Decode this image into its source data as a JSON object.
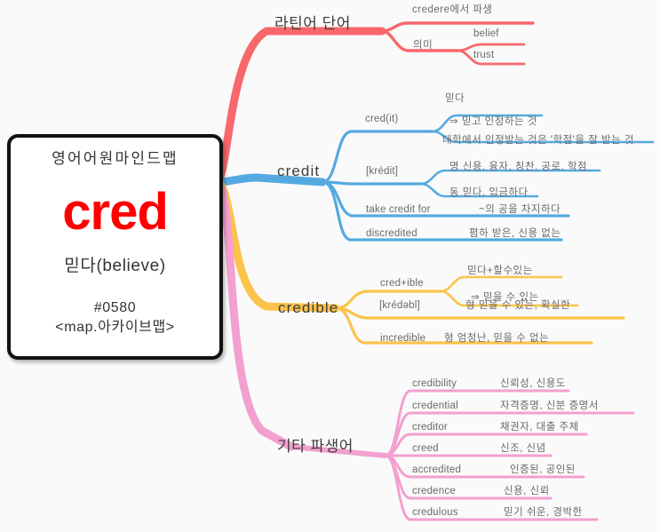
{
  "document": {
    "type": "mind-map",
    "background_color": "#fafafa"
  },
  "center": {
    "title": "영어어원마인드맵",
    "word": "cred",
    "word_color": "#ff0000",
    "meaning": "믿다(believe)",
    "id_line1": "#0580",
    "id_line2": "<map.아카이브맵>"
  },
  "branches": [
    {
      "id": "latin",
      "label": "라틴어 단어",
      "color": "#f8676a",
      "children": [
        {
          "label": "credere에서 파생",
          "children": []
        },
        {
          "label": "의미",
          "children": [
            {
              "label": "belief"
            },
            {
              "label": "trust"
            }
          ]
        }
      ]
    },
    {
      "id": "credit",
      "label": "credit",
      "color": "#56a9e0",
      "children": [
        {
          "label": "cred(it)",
          "children": [
            {
              "label": "믿다"
            },
            {
              "label": "⇒ 믿고 인정하는 것"
            },
            {
              "label": "대학에서 인정받는 것은 '학점'을 잘 받는 것"
            }
          ]
        },
        {
          "label": "[krédit]",
          "children": [
            {
              "label": "명 신용, 융자, 칭찬, 공로, 학점"
            },
            {
              "label": "동 믿다, 입금하다"
            }
          ]
        },
        {
          "label": "take credit for",
          "value": "~의 공을 차지하다",
          "children": []
        },
        {
          "label": "discredited",
          "value": "폄하 받은, 신용 없는",
          "children": []
        }
      ]
    },
    {
      "id": "credible",
      "label": "credible",
      "color": "#fbc34a",
      "children": [
        {
          "label": "cred+ible",
          "children": [
            {
              "label": "믿다+할수있는"
            },
            {
              "label": "⇒ 믿을 수 있는"
            }
          ]
        },
        {
          "label": "[krédəbl]",
          "value": "형 믿을 수 있는, 확실한",
          "children": []
        },
        {
          "label": "incredible",
          "value": "형 엄청난, 믿을 수 없는",
          "children": []
        }
      ]
    },
    {
      "id": "others",
      "label": "기타 파생어",
      "color": "#f3a0d0",
      "children": [
        {
          "label": "credibility",
          "value": "신뢰성, 신용도"
        },
        {
          "label": "credential",
          "value": "자격증명, 신분 증명서"
        },
        {
          "label": "creditor",
          "value": "채권자, 대출 주체"
        },
        {
          "label": "creed",
          "value": "신조, 신념"
        },
        {
          "label": "accredited",
          "value": "인증된, 공인된"
        },
        {
          "label": "credence",
          "value": "신용, 신뢰"
        },
        {
          "label": "credulous",
          "value": "믿기 쉬운, 경박한"
        }
      ]
    }
  ]
}
